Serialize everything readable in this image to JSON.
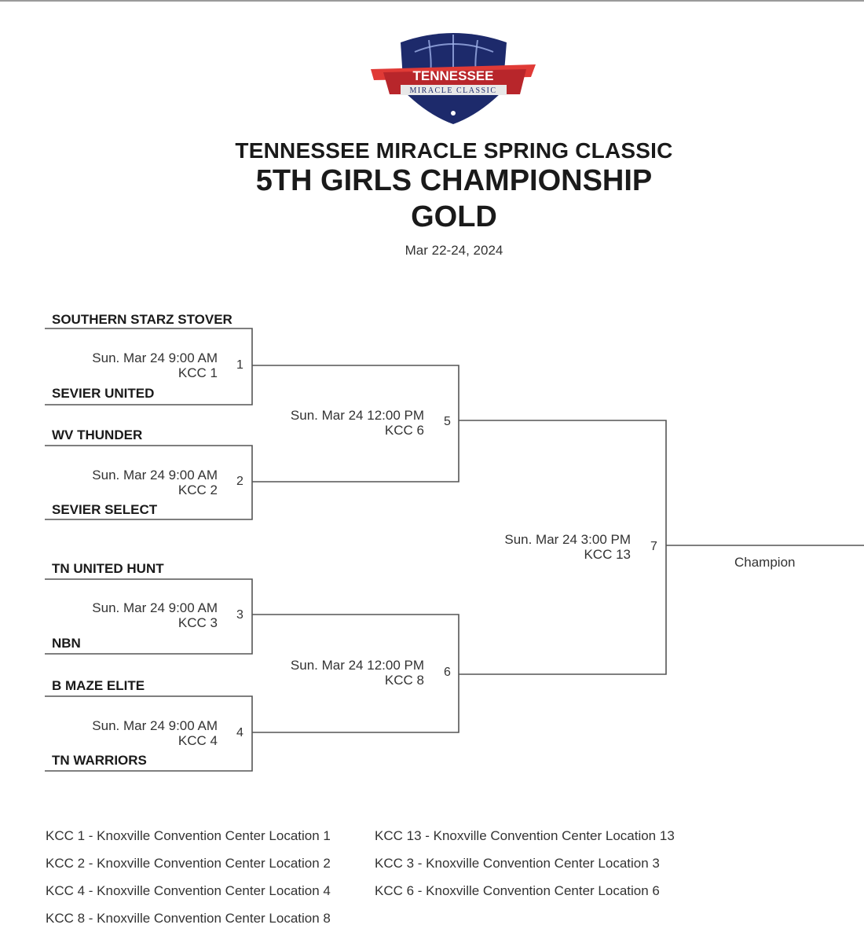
{
  "logo": {
    "line1": "TENNESSEE",
    "line2": "MIRACLE CLASSIC",
    "colors": {
      "shield": "#1d2a6b",
      "banner": "#b8262b",
      "bar": "#e03a36"
    }
  },
  "header": {
    "event": "TENNESSEE MIRACLE SPRING CLASSIC",
    "division": "5TH GIRLS CHAMPIONSHIP",
    "bracket": "GOLD",
    "dates": "Mar 22-24, 2024"
  },
  "teams": {
    "t1": "SOUTHERN STARZ STOVER",
    "t2": "SEVIER UNITED",
    "t3": "WV THUNDER",
    "t4": "SEVIER SELECT",
    "t5": "TN UNITED HUNT",
    "t6": "NBN",
    "t7": "B MAZE ELITE",
    "t8": "TN WARRIORS"
  },
  "games": {
    "g1": {
      "num": "1",
      "time": "Sun. Mar 24 9:00 AM",
      "court": "KCC 1"
    },
    "g2": {
      "num": "2",
      "time": "Sun. Mar 24 9:00 AM",
      "court": "KCC 2"
    },
    "g3": {
      "num": "3",
      "time": "Sun. Mar 24 9:00 AM",
      "court": "KCC 3"
    },
    "g4": {
      "num": "4",
      "time": "Sun. Mar 24 9:00 AM",
      "court": "KCC 4"
    },
    "g5": {
      "num": "5",
      "time": "Sun. Mar 24 12:00 PM",
      "court": "KCC 6"
    },
    "g6": {
      "num": "6",
      "time": "Sun. Mar 24 12:00 PM",
      "court": "KCC 8"
    },
    "g7": {
      "num": "7",
      "time": "Sun. Mar 24 3:00 PM",
      "court": "KCC 13"
    }
  },
  "champion_label": "Champion",
  "legend": [
    "KCC 1 - Knoxville Convention Center Location 1",
    "KCC 13 - Knoxville Convention Center Location 13",
    "KCC 2 - Knoxville Convention Center Location 2",
    "KCC 3 - Knoxville Convention Center Location 3",
    "KCC 4 - Knoxville Convention Center Location 4",
    "KCC 6 - Knoxville Convention Center Location 6",
    "KCC 8 - Knoxville Convention Center Location 8"
  ]
}
